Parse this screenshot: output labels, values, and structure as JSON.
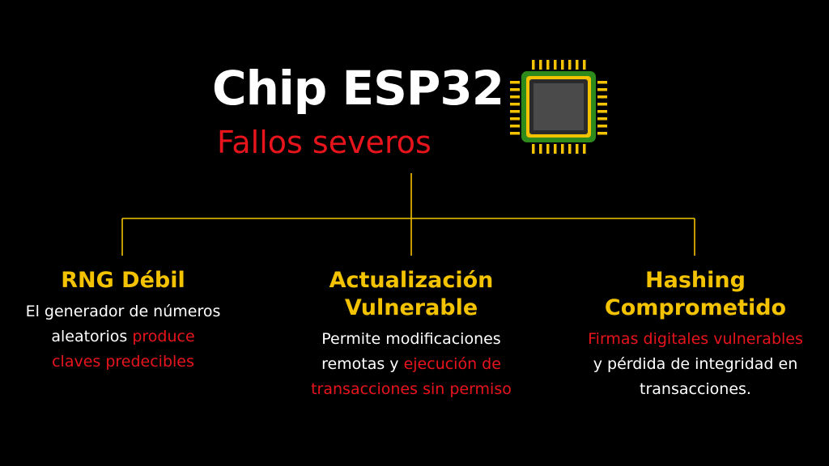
{
  "title": "Chip ESP32",
  "subtitle": "Fallos severos",
  "colors": {
    "background": "#000000",
    "accent_yellow": "#f3c200",
    "accent_red": "#e8141c",
    "chip_green": "#2f8a1c",
    "chip_core": "#444444"
  },
  "icons": {
    "chip": "microchip-icon"
  },
  "items": [
    {
      "heading_lines": [
        "RNG Débil"
      ],
      "desc_lines": [
        [
          {
            "text": "El generador de números"
          }
        ],
        [
          {
            "text": "aleatorios "
          },
          {
            "text": "produce",
            "highlight": true
          }
        ],
        [
          {
            "text": "claves predecibles",
            "highlight": true
          }
        ]
      ]
    },
    {
      "heading_lines": [
        "Actualización",
        "Vulnerable"
      ],
      "desc_lines": [
        [
          {
            "text": "Permite modificaciones"
          }
        ],
        [
          {
            "text": "remotas y "
          },
          {
            "text": "ejecución de",
            "highlight": true
          }
        ],
        [
          {
            "text": "transacciones sin permiso",
            "highlight": true
          }
        ]
      ]
    },
    {
      "heading_lines": [
        "Hashing",
        "Comprometido"
      ],
      "desc_lines": [
        [
          {
            "text": "Firmas digitales vulnerables",
            "highlight": true
          }
        ],
        [
          {
            "text": "y pérdida de integridad en"
          }
        ],
        [
          {
            "text": "transacciones."
          }
        ]
      ]
    }
  ]
}
